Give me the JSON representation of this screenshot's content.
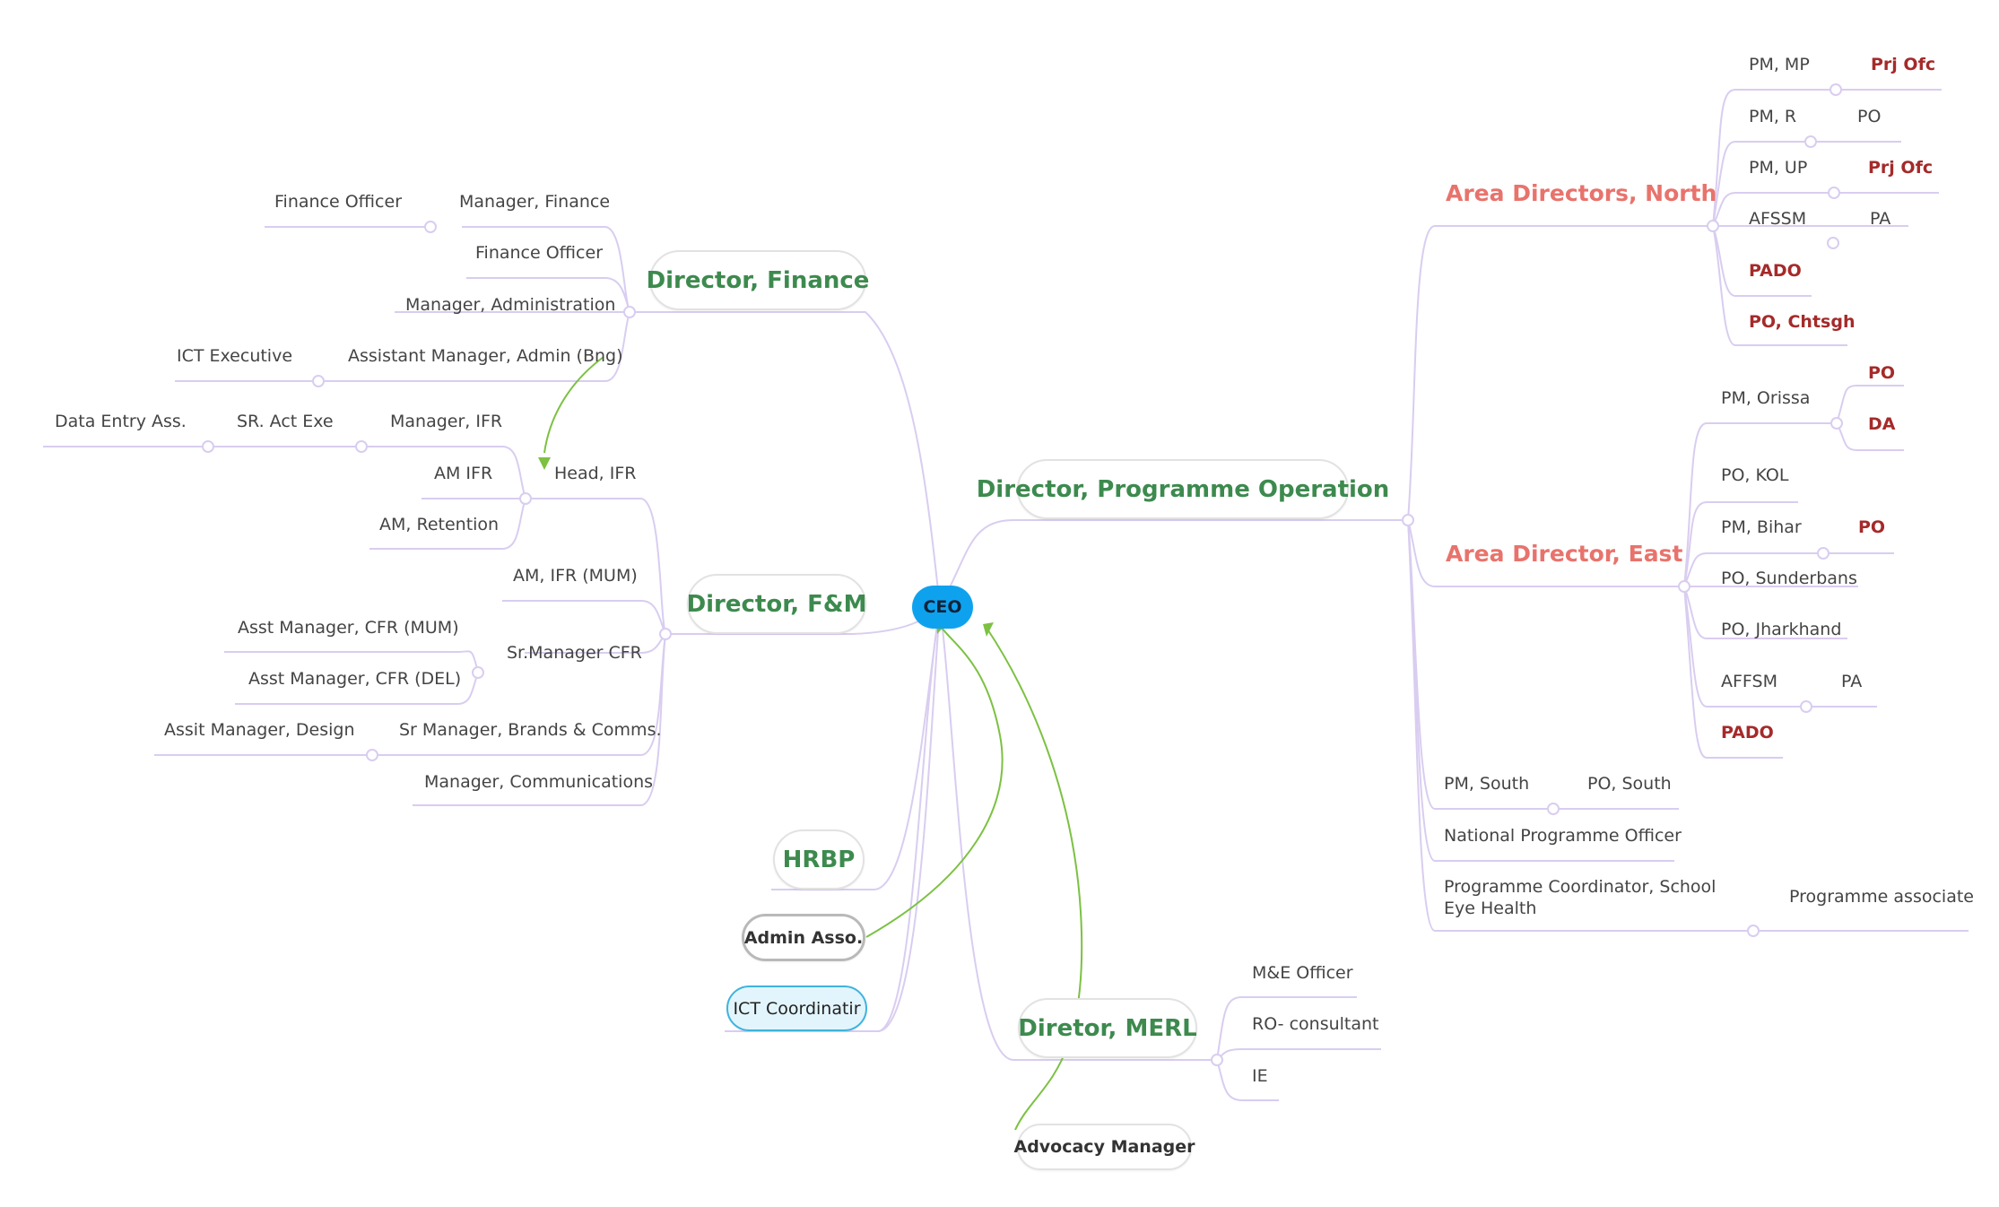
{
  "root": {
    "label": "CEO",
    "color": "#0ea2ee"
  },
  "directors": {
    "finance": "Director, Finance",
    "fm": "Director, F&M",
    "programme_operation": "Director, Programme Operation",
    "merl": "Diretor, MERL",
    "hrbp": "HRBP",
    "admin_asso": "Admin Asso.",
    "ict_coordinator": "ICT Coordinatir",
    "advocacy_manager": "Advocacy Manager"
  },
  "finance_branch": {
    "manager_finance": "Manager, Finance",
    "finance_officer_1": "Finance Officer",
    "finance_officer_2": "Finance Officer",
    "manager_administration": "Manager, Administration",
    "asst_manager_admin": "Assistant Manager, Admin (Bng)",
    "ict_executive": "ICT Executive"
  },
  "fm_branch": {
    "head_ifr": "Head, IFR",
    "manager_ifr": "Manager, IFR",
    "sr_act_exe": "SR. Act Exe",
    "data_entry": "Data Entry Ass.",
    "am_ifr": "AM IFR",
    "am_retention": "AM, Retention",
    "am_ifr_mum": "AM, IFR (MUM)",
    "sr_manager_cfr": "Sr.Manager CFR",
    "asst_cfr_mum": "Asst Manager, CFR (MUM)",
    "asst_cfr_del": "Asst Manager, CFR (DEL)",
    "sr_manager_brands": "Sr Manager, Brands & Comms.",
    "assit_design": "Assit Manager, Design",
    "manager_comms": "Manager, Communications"
  },
  "north": {
    "title": "Area Directors, North",
    "pm_mp": "PM, MP",
    "pm_mp_child": "Prj Ofc",
    "pm_r": "PM, R",
    "pm_r_child": "PO",
    "pm_up": "PM, UP",
    "pm_up_child": "Prj Ofc",
    "afssm": "AFSSM",
    "afssm_child": "PA",
    "pado": "PADO",
    "po_chtsgh": "PO, Chtsgh"
  },
  "east": {
    "title": "Area Director, East",
    "pm_orissa": "PM, Orissa",
    "orissa_po": "PO",
    "orissa_da": "DA",
    "po_kol": "PO, KOL",
    "pm_bihar": "PM, Bihar",
    "bihar_po": "PO",
    "po_sunderbans": "PO, Sunderbans",
    "po_jharkhand": "PO, Jharkhand",
    "affsm": "AFFSM",
    "affsm_child": "PA",
    "pado": "PADO"
  },
  "programme_extra": {
    "pm_south": "PM, South",
    "po_south": "PO, South",
    "national_po": "National Programme Officer",
    "coordinator_seh": "Programme Coordinator, School Eye Health",
    "programme_associate": "Programme associate"
  },
  "merl_branch": {
    "me_officer": "M&E Officer",
    "ro_consultant": "RO- consultant",
    "ie": "IE"
  },
  "colors": {
    "connector": "#d9cdf0",
    "relation_arrow": "#7cc142",
    "director_text": "#3d8a4e",
    "area_text": "#e8736c",
    "highlight_text": "#a52a2a"
  }
}
